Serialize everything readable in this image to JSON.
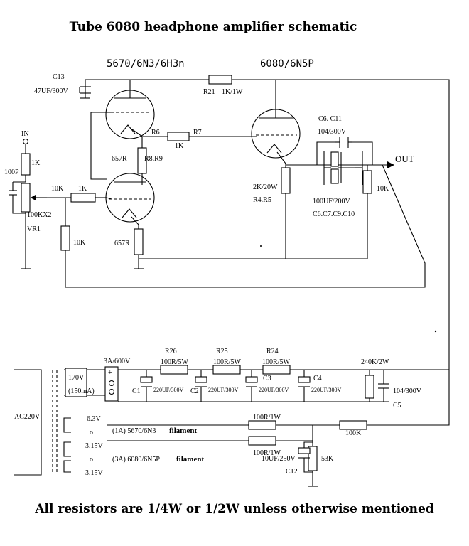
{
  "title": "Tube 6080 headphone amplifier schematic",
  "footer": "All resistors are 1/4W or 1/2W unless otherwise mentioned",
  "tubes": {
    "v1": "5670/6N3/6H3n",
    "v2": "6080/6N5P"
  },
  "input": {
    "in_label": "IN",
    "r_in": "1K",
    "c_in": "100P",
    "pot": "100KX2",
    "pot_ref": "VR1",
    "r_series": "10K",
    "r_grid": "1K",
    "r_gnd": "10K"
  },
  "amp": {
    "c13_ref": "C13",
    "c13_val": "47UF/300V",
    "r21_ref": "R21",
    "r21_val": "1K/1W",
    "r6": "R6",
    "r7": "R7",
    "r67_val": "1K",
    "cathode_top": "657R",
    "r89": "R8.R9",
    "cathode_bot": "657R",
    "r45_val": "2K/20W",
    "r45_ref": "R4.R5",
    "c6c11_ref": "C6. C11",
    "c6c11_val": "104/300V",
    "c_big_val": "100UF/200V",
    "c_big_ref": "C6.C7.C9.C10",
    "r_out": "10K",
    "out_label": "OUT"
  },
  "psu": {
    "fuse": "3A/600V",
    "sec_v": "170V",
    "sec_i": "(150mA)",
    "plus": "+",
    "minus": "-",
    "r26_ref": "R26",
    "r26_val": "100R/5W",
    "r25_ref": "R25",
    "r25_val": "100R/5W",
    "r24_ref": "R24",
    "r24_val": "100R/5W",
    "r_bleed": "240K/2W",
    "c1": "C1",
    "c2": "C2",
    "c3": "C3",
    "c4": "C4",
    "c1_val": "220UF/300V",
    "c2_val": "220UF/300V",
    "c3_val": "220UF/300V",
    "c4_val": "220UF/300V",
    "c5_val": "104/300V",
    "c5_ref": "C5",
    "mains": "AC220V",
    "fil1_v": "6.3V",
    "fil1_o": "o",
    "fil1_desc": "(1A)  5670/6N3",
    "fil1_word": "filament",
    "fil2_v_top": "3.15V",
    "fil2_o": "o",
    "fil2_v_bot": "3.15V",
    "fil2_desc": "(3A)  6080/6N5P",
    "fil2_word": "filament",
    "rf1": "100R/1W",
    "rf2": "100R/1W",
    "r_div": "100K",
    "r_53k": "53K",
    "c12_val": "10UF/250V",
    "c12_ref": "C12"
  }
}
